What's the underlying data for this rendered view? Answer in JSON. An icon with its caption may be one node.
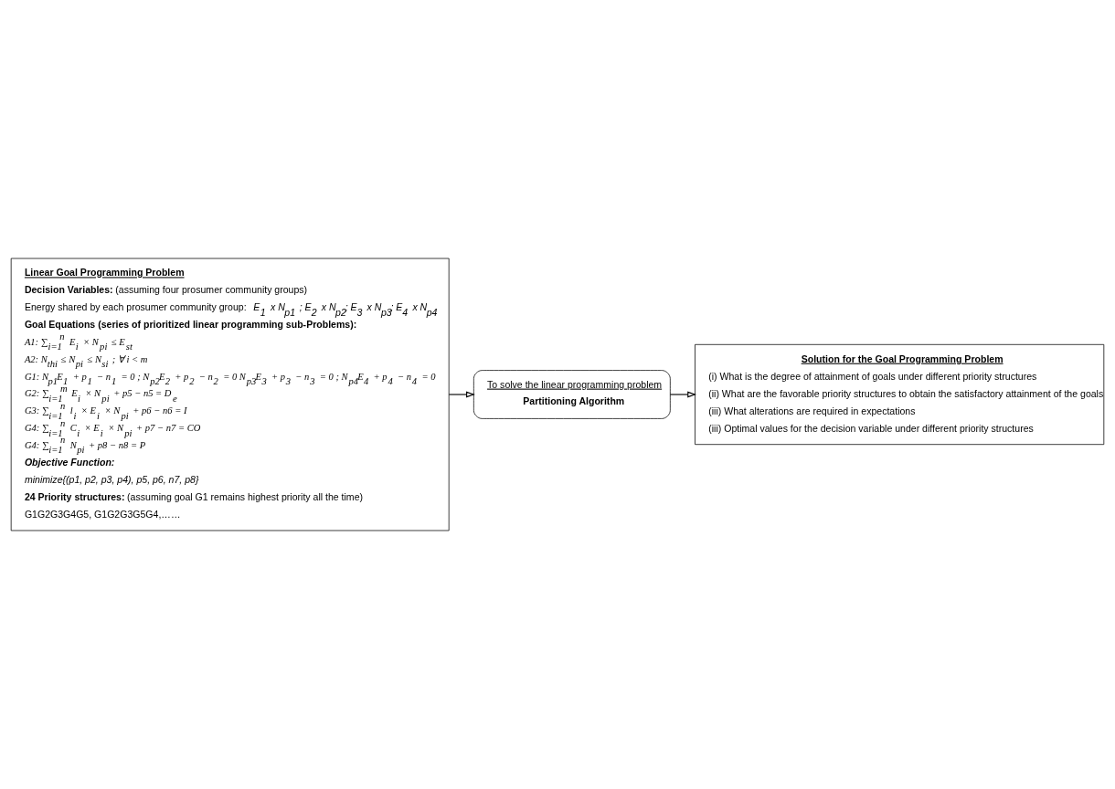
{
  "diagram": {
    "nodes": [
      {
        "text": [
          "Linear Goal Programming Problem",
          "**Decision Variables:** (assuming four prosumer community groups)",
          "Energy shared by each prosumer community group: *E$_{1}$ x N$_{p1}$ ; E$_{2}$ x N$_{p2}$; E$_{3}$ x N$_{p3}$; E$_{4}$ x N$_{p4}$*",
          "Goal Equations (series of prioritized linear programming sub-Problems):",
          "A1: ∑$_{i=1}$$^{n}$ E$_{i}$ × N$_{pi}$ ≤ E$_{st}$",
          "A2: N$_{thi}$ ≤ N$_{pi}$ ≤ N$_{si}$ ; ∀ i < m",
          "G1: N$_{p1}$E$_{1}$ + p$_{1}$ − n$_{1}$ = 0 ; N$_{p2}$E$_{2}$ + p$_{2}$ − n$_{2}$ = 0 N$_{p3}$E$_{3}$ + p$_{3}$ − n$_{3}$ = 0 ; N$_{p4}$E$_{4}$ + p$_{4}$ − n$_{4}$ = 0",
          "G2: ∑$_{i=1}$$^{m}$ E$_{i}$ × N$_{pi}$ + p5 − n5 = D$_{e}$",
          "G3: ∑$_{i=1}$$^{n}$ l$_{i}$ × E$_{i}$ × N$_{pi}$ + p6 − n6 = I",
          "G4: ∑$_{i=1}$$^{n}$ C$_{i}$ × E$_{i}$ × N$_{pi}$ + p7 − n7 = CO",
          "G4: ∑$_{i=1}$$^{n}$ N$_{pi}$ + p8 − n8 = P",
          "Objective Function:",
          "minimize{(p1, p2, p3, p4), p5, p6, n7, p8}",
          "**24 Priority structures:** (assuming goal G1 remains highest priority all the time)",
          "G1G2G3G4G5, G1G2G3G5G4,……"
        ]
      },
      {
        "text": [
          "To solve the linear programming problem",
          "Partitioning Algorithm"
        ]
      },
      {
        "text": [
          "Solution for the Goal Programming Problem",
          "(i) What is the degree of attainment of goals under different priority structures",
          "(ii) What are the favorable priority structures to obtain the satisfactory attainment of the goals",
          "(iii) What alterations are required in expectations",
          "(iii) Optimal values for the decision variable under different priority structures"
        ]
      }
    ],
    "edges": [
      {
        "from": 0,
        "to": 1,
        "arrow": "to"
      },
      {
        "from": 1,
        "to": 2,
        "arrow": "to"
      }
    ]
  }
}
